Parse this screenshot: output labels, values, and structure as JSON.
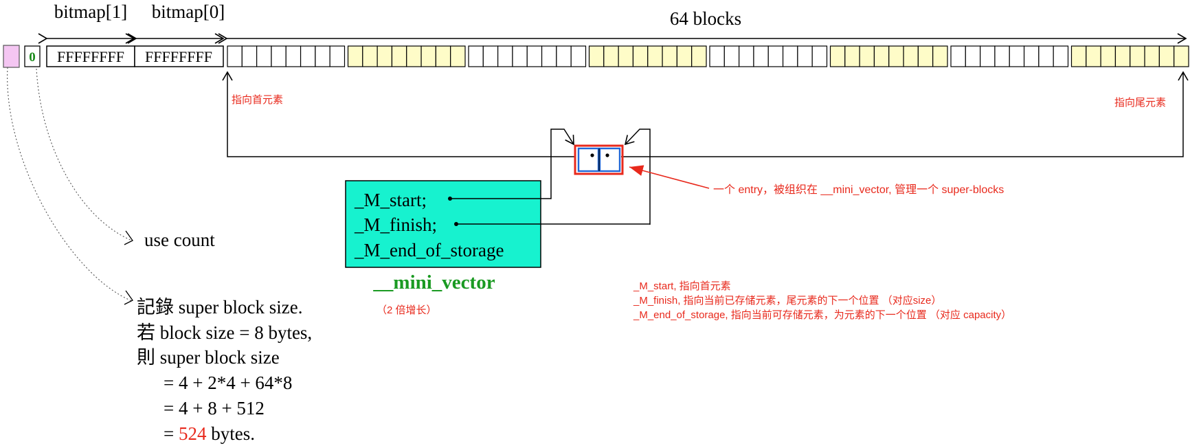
{
  "header": {
    "bitmap1_label": "bitmap[1]",
    "bitmap0_label": "bitmap[0]",
    "blocks_label": "64 blocks"
  },
  "cells": {
    "use_count_value": "0",
    "bitmap1_value": "FFFFFFFF",
    "bitmap0_value": "FFFFFFFF",
    "block_count": 64,
    "group_size": 8,
    "white_color": "#ffffff",
    "yellow_color": "#fefcc8",
    "pink_color": "#f4c6f2",
    "cyan_color": "#17f2cf"
  },
  "pointers": {
    "first_label": "指向首元素",
    "last_label": "指向尾元素"
  },
  "entry": {
    "annotation": "一个 entry，被组织在 __mini_vector, 管理一个 super-blocks"
  },
  "mini_vector": {
    "fields": [
      "_M_start;",
      "_M_finish;",
      "_M_end_of_storage"
    ],
    "name": "__mini_vector",
    "growth_note": "（2 倍增长）"
  },
  "notes": {
    "lines": [
      "_M_start, 指向首元素",
      "_M_finish, 指向当前已存储元素，尾元素的下一个位置  （对应size）",
      "_M_end_of_storage, 指向当前可存储元素，为元素的下一个位置  （对应 capacity）"
    ]
  },
  "left_labels": {
    "use_count": "use count",
    "size_lines": [
      "記錄 super block size.",
      "若 block  size = 8 bytes,",
      "則 super block size"
    ],
    "calc_lines": [
      "= 4 + 2*4 + 64*8",
      "= 4 + 8 + 512"
    ],
    "result_eq": "= ",
    "result_num": "524",
    "result_unit": " bytes."
  }
}
